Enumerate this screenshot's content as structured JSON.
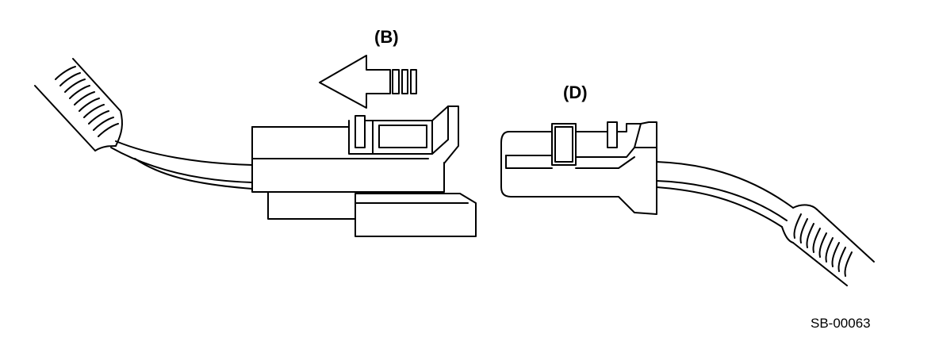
{
  "diagram": {
    "callout_b": "(B)",
    "callout_d": "(D)",
    "figure_code": "SB-00063"
  },
  "colors": {
    "stroke": "#000000",
    "background": "#ffffff"
  },
  "icons": [
    "arrow-left-icon"
  ]
}
